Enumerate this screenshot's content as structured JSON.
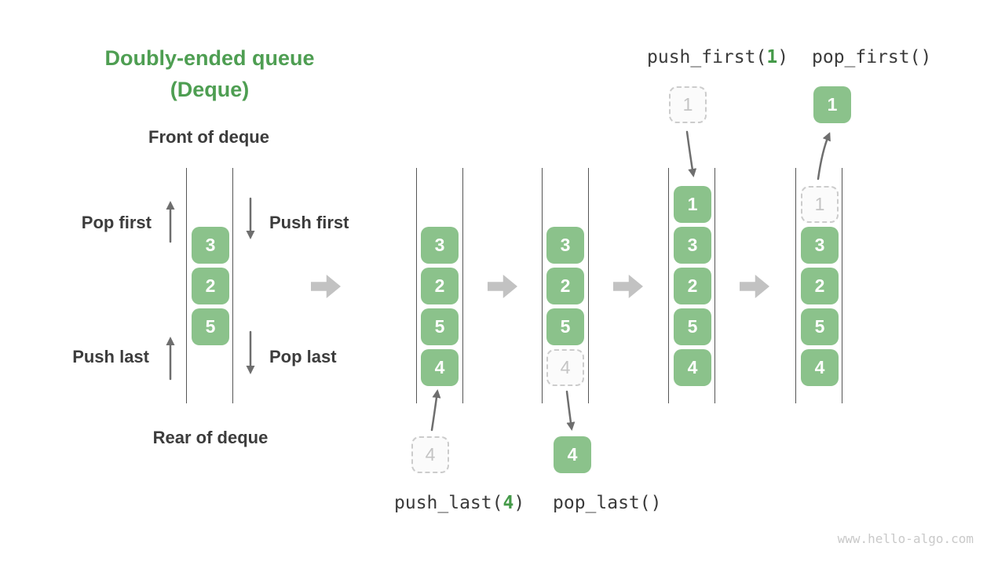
{
  "title": {
    "line1": "Doubly-ended queue",
    "line2": "(Deque)"
  },
  "deque_labels": {
    "front": "Front of deque",
    "rear": "Rear of deque",
    "pop_first": "Pop first",
    "push_first": "Push first",
    "push_last": "Push last",
    "pop_last": "Pop last"
  },
  "operations": {
    "push_last": {
      "pre": "push_last(",
      "arg": "4",
      "post": ")"
    },
    "pop_last": {
      "pre": "pop_last()",
      "arg": "",
      "post": ""
    },
    "push_first": {
      "pre": "push_first(",
      "arg": "1",
      "post": ")"
    },
    "pop_first": {
      "pre": "pop_first()",
      "arg": "",
      "post": ""
    }
  },
  "queues": [
    {
      "cells": [
        "3",
        "2",
        "5"
      ]
    },
    {
      "cells": [
        "3",
        "2",
        "5",
        "4"
      ]
    },
    {
      "cells": [
        "3",
        "2",
        "5"
      ],
      "ghost": "4"
    },
    {
      "cells": [
        "1",
        "3",
        "2",
        "5",
        "4"
      ]
    },
    {
      "cells": [
        "3",
        "2",
        "5",
        "4"
      ],
      "ghost": "1"
    }
  ],
  "floating": {
    "push_last_ghost": "4",
    "pop_last_value": "4",
    "push_first_ghost": "1",
    "pop_first_value": "1"
  },
  "watermark": "www.hello-algo.com",
  "colors": {
    "box_green": "#8bc28b",
    "title_green": "#4e9e52",
    "code_green": "#459a49",
    "text_dark": "#3c3c3c",
    "connector_gray": "#6e6e6e",
    "big_arrow_gray": "#c2c2c2",
    "ghost_border": "#cccccc",
    "channel_line": "#555555",
    "watermark_gray": "#c9c9c9"
  }
}
